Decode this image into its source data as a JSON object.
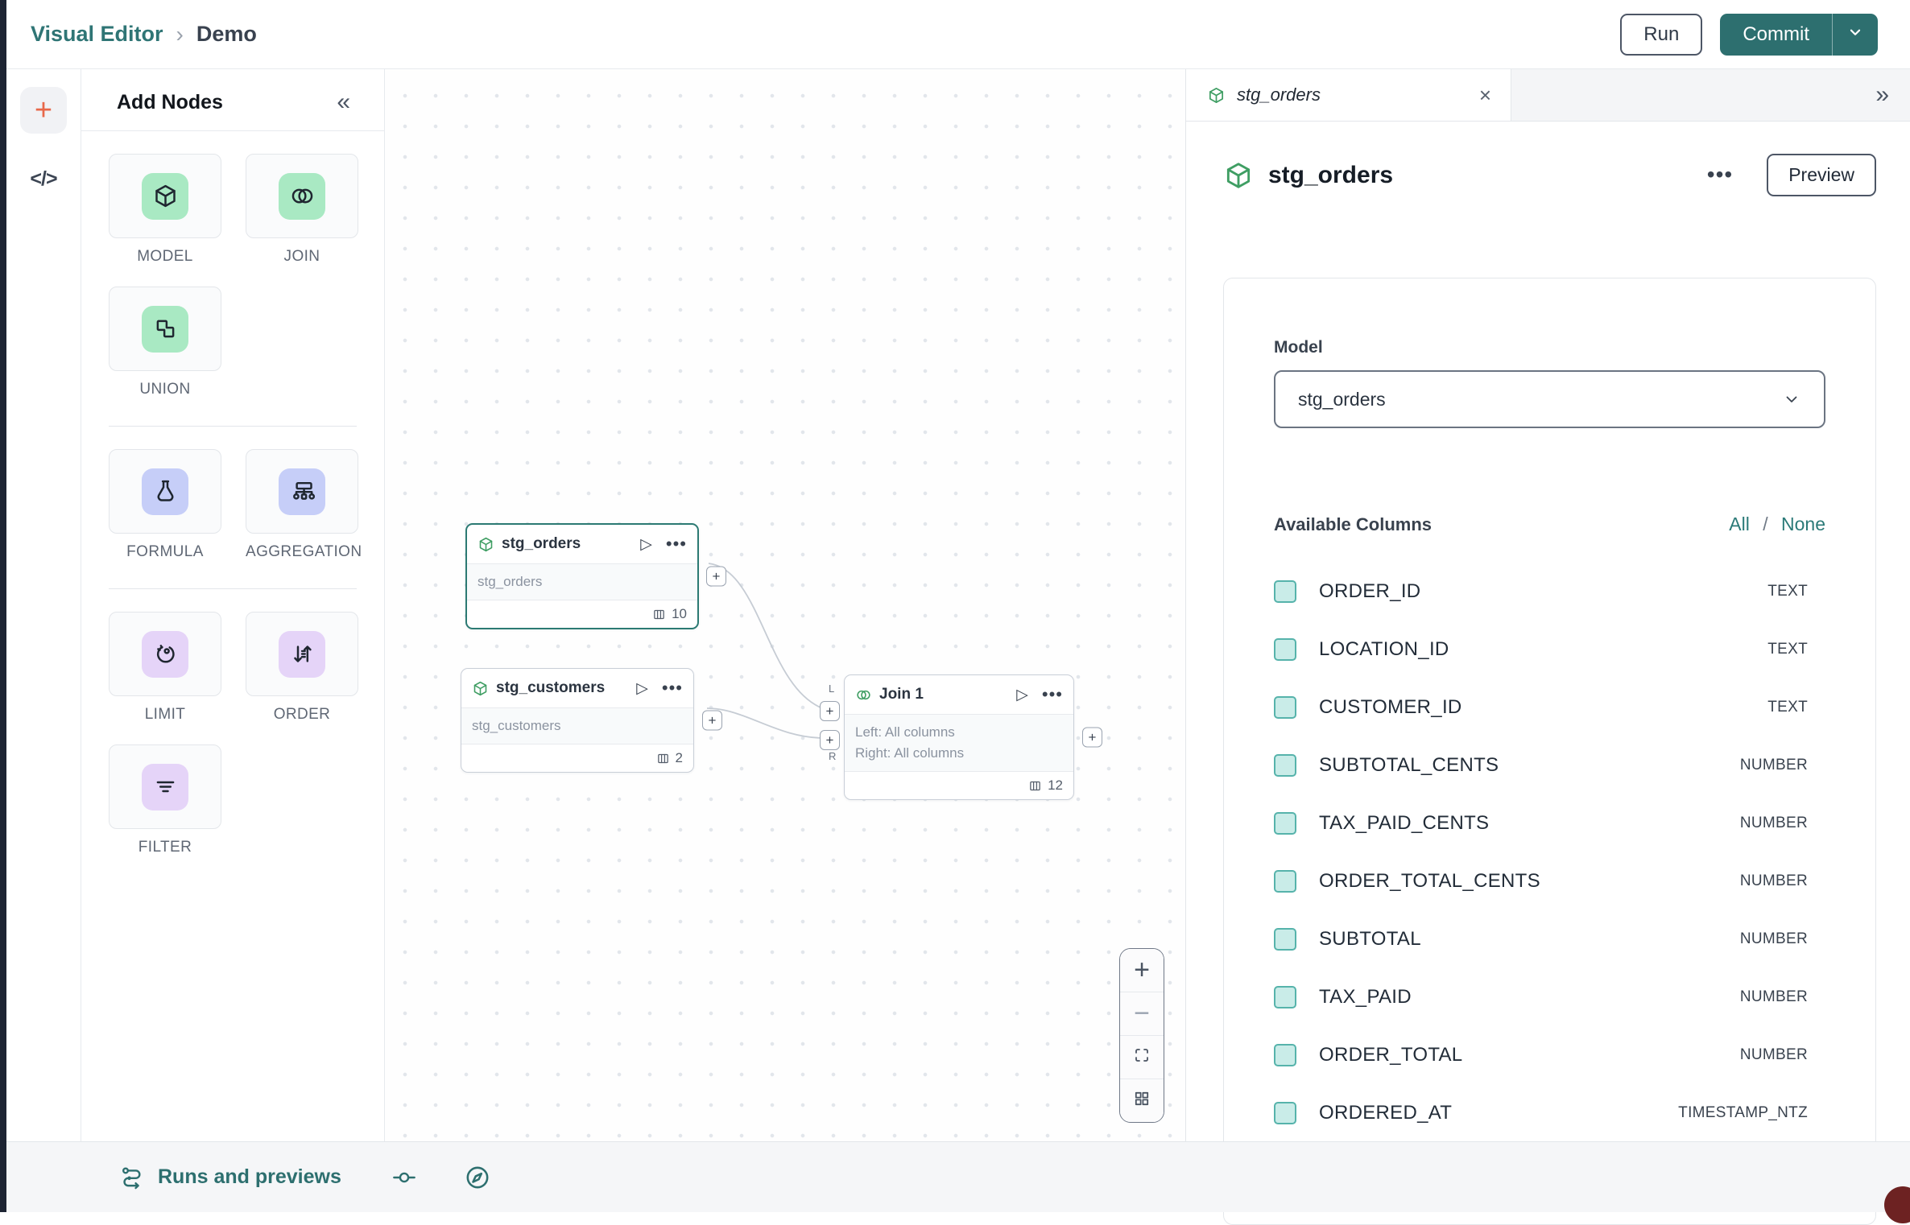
{
  "glyphs": {
    "plus": "+",
    "minus": "−",
    "code": "</>",
    "collapse": "«",
    "expand": "»",
    "close": "×",
    "ellipsis": "•••",
    "play": "▷",
    "separator": "›",
    "slash": "/"
  },
  "colors": {
    "brand_teal": "#2d6f6f",
    "accent_orange": "#e8684a",
    "node_green": "#3f9e63",
    "checkbox_fill": "#c9ece8",
    "checkbox_border": "#56b3ab"
  },
  "header": {
    "breadcrumb": {
      "root": "Visual Editor",
      "current": "Demo"
    },
    "run_label": "Run",
    "commit_label": "Commit"
  },
  "add_nodes": {
    "title": "Add Nodes",
    "groups": [
      {
        "color": "green",
        "items": [
          {
            "label": "MODEL",
            "icon": "cube"
          },
          {
            "label": "JOIN",
            "icon": "join"
          },
          {
            "label": "UNION",
            "icon": "union"
          }
        ]
      },
      {
        "color": "indigo",
        "items": [
          {
            "label": "FORMULA",
            "icon": "formula"
          },
          {
            "label": "AGGREGATION",
            "icon": "aggregation"
          }
        ]
      },
      {
        "color": "purple",
        "items": [
          {
            "label": "LIMIT",
            "icon": "limit"
          },
          {
            "label": "ORDER",
            "icon": "order"
          },
          {
            "label": "FILTER",
            "icon": "filter"
          }
        ]
      }
    ]
  },
  "canvas": {
    "nodes": {
      "stg_orders": {
        "title": "stg_orders",
        "subtitle": "stg_orders",
        "column_count": "10"
      },
      "stg_customers": {
        "title": "stg_customers",
        "subtitle": "stg_customers",
        "column_count": "2"
      },
      "join": {
        "title": "Join 1",
        "left_line": "Left: All columns",
        "right_line": "Right: All columns",
        "column_count": "12",
        "left_port": "L",
        "right_port": "R"
      }
    }
  },
  "inspector": {
    "tab_title": "stg_orders",
    "title": "stg_orders",
    "preview_label": "Preview",
    "model_label": "Model",
    "model_value": "stg_orders",
    "columns_label": "Available Columns",
    "select_all": "All",
    "select_none": "None",
    "columns": [
      {
        "name": "ORDER_ID",
        "type": "TEXT"
      },
      {
        "name": "LOCATION_ID",
        "type": "TEXT"
      },
      {
        "name": "CUSTOMER_ID",
        "type": "TEXT"
      },
      {
        "name": "SUBTOTAL_CENTS",
        "type": "NUMBER"
      },
      {
        "name": "TAX_PAID_CENTS",
        "type": "NUMBER"
      },
      {
        "name": "ORDER_TOTAL_CENTS",
        "type": "NUMBER"
      },
      {
        "name": "SUBTOTAL",
        "type": "NUMBER"
      },
      {
        "name": "TAX_PAID",
        "type": "NUMBER"
      },
      {
        "name": "ORDER_TOTAL",
        "type": "NUMBER"
      },
      {
        "name": "ORDERED_AT",
        "type": "TIMESTAMP_NTZ"
      }
    ]
  },
  "bottom_bar": {
    "runs_label": "Runs and previews"
  }
}
